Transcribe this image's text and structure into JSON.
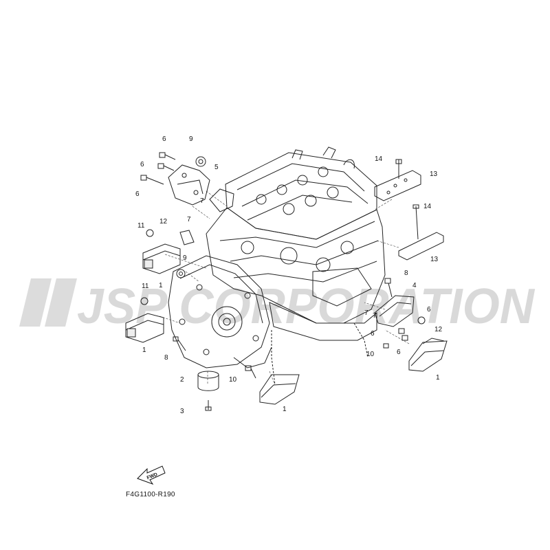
{
  "watermark": {
    "text": "JSP CORPORATION",
    "color": "#d9d9d9"
  },
  "fwd_label": "FWD",
  "diagram_code": "F4G1100-R190",
  "callouts": [
    "1",
    "2",
    "3",
    "4",
    "5",
    "6",
    "7",
    "8",
    "9",
    "10",
    "11",
    "12",
    "13",
    "14"
  ]
}
